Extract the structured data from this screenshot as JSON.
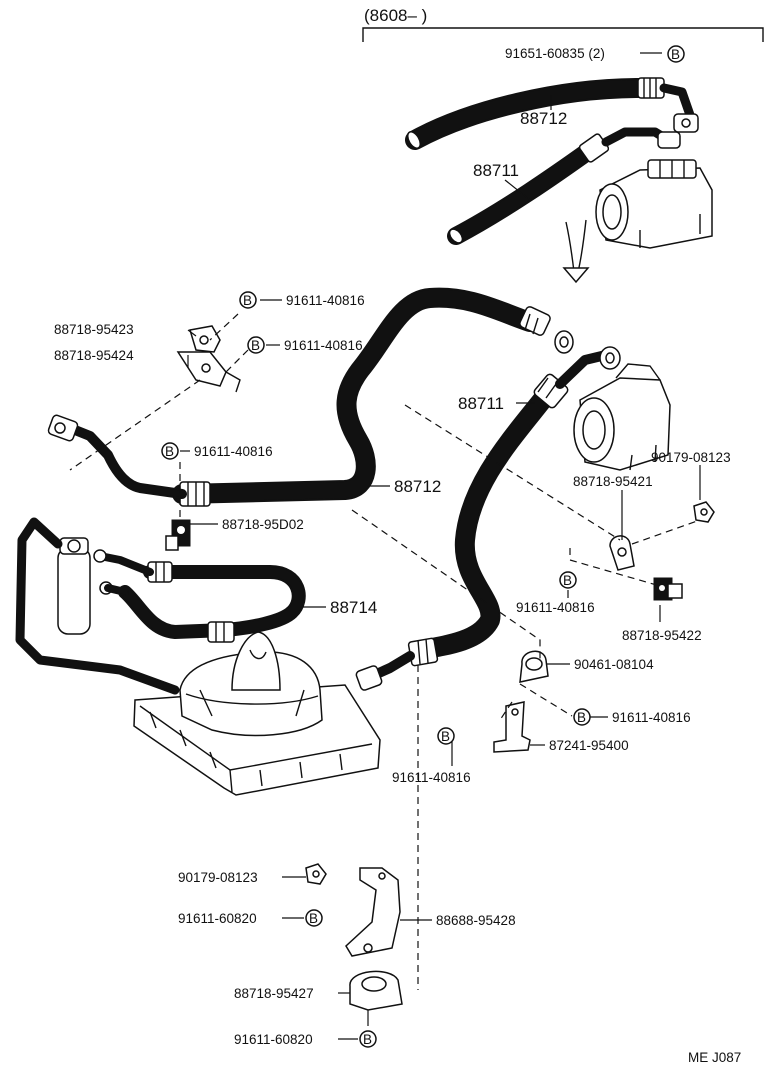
{
  "date_range": "(8608–        )",
  "callout_symbol": "B",
  "labels": {
    "l1": "91651-60835 (2)",
    "l2": "88712",
    "l3": "88711",
    "l4": "91611-40816",
    "l5": "88718-95423",
    "l6": "88718-95424",
    "l7": "91611-40816",
    "l8": "88711",
    "l9": "91611-40816",
    "l10": "88712",
    "l11": "90179-08123",
    "l12": "88718-95421",
    "l13": "88718-95D02",
    "l14": "88714",
    "l15": "91611-40816",
    "l16": "88718-95422",
    "l17": "90461-08104",
    "l18": "91611-40816",
    "l19": "87241-95400",
    "l20": "91611-40816",
    "l21": "90179-08123",
    "l22": "91611-60820",
    "l23": "88688-95428",
    "l24": "88718-95427",
    "l25": "91611-60820"
  },
  "diagram_code": "ME J087"
}
